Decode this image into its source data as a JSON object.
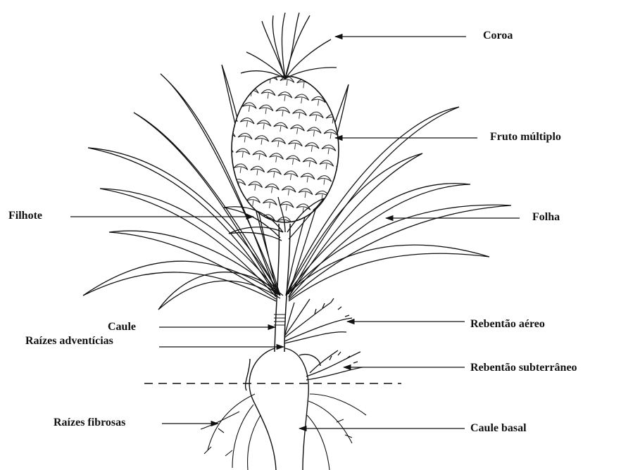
{
  "labels": {
    "coroa": "Coroa",
    "fruto": "Fruto múltiplo",
    "filhote": "Filhote",
    "folha": "Folha",
    "caule": "Caule",
    "raizes_adv": "Raízes adventícias",
    "reb_aereo": "Rebentão aéreo",
    "reb_sub": "Rebentão subterrâneo",
    "raizes_fib": "Raízes fibrosas",
    "caule_basal": "Caule basal"
  },
  "colors": {
    "ink": "#111111",
    "background": "#ffffff"
  }
}
